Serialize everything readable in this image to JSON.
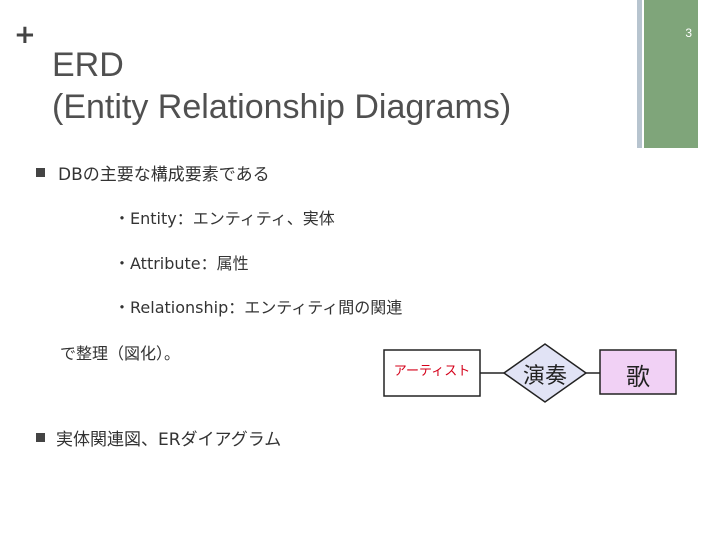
{
  "slide": {
    "page_number": "3",
    "title_line1": "ERD",
    "title_line2": "(Entity Relationship Diagrams)"
  },
  "content": {
    "bullet1": "DBの主要な構成要素である",
    "items": [
      "・Entity：エンティティ、実体",
      "・Attribute：属性",
      "・Relationship：エンティティ間の関連"
    ],
    "continuation": "で整理（図化）。",
    "bullet2": "実体関連図、ERダイアグラム"
  },
  "diagram": {
    "entity1": "アーティスト",
    "relationship": "演奏",
    "entity2": "歌"
  },
  "colors": {
    "accent_green": "#7fa57a",
    "accent_blue": "#b7c4cf",
    "entity1_text": "#d4001a",
    "entity2_fill": "#f1d1f5",
    "relationship_fill": "#e1e3f5"
  }
}
